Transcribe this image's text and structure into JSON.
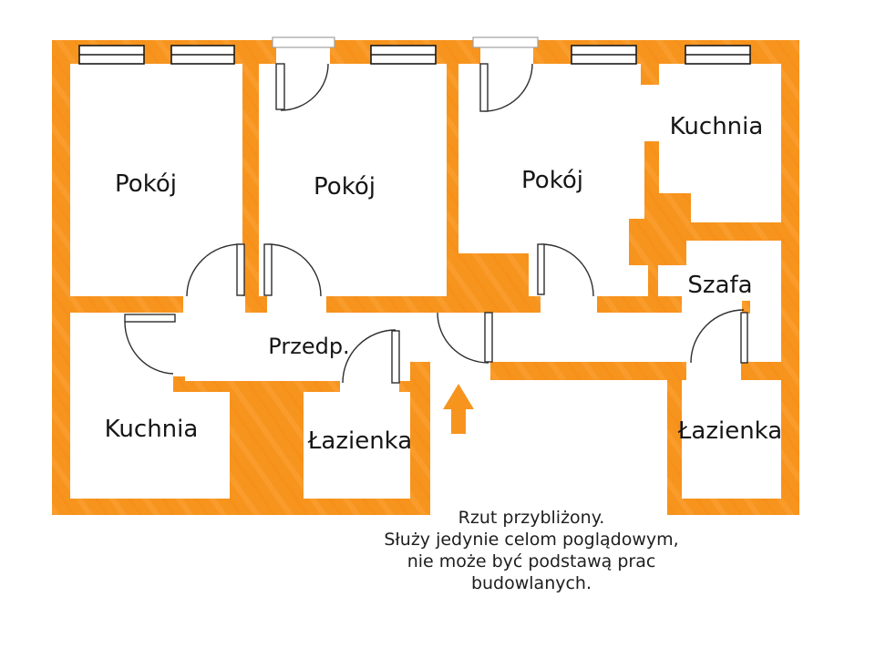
{
  "title": "Floor plan (rzut mieszkania)",
  "rooms": {
    "pokoj1": {
      "label": "Pokój"
    },
    "pokoj2": {
      "label": "Pokój"
    },
    "pokoj3": {
      "label": "Pokój"
    },
    "kuchnia_top": {
      "label": "Kuchnia"
    },
    "szafa": {
      "label": "Szafa"
    },
    "przedpokoj": {
      "label": "Przedp."
    },
    "kuchnia_bottom": {
      "label": "Kuchnia"
    },
    "lazienka_mid": {
      "label": "Łazienka"
    },
    "lazienka_right": {
      "label": "Łazienka"
    }
  },
  "caption": {
    "line1": "Rzut przybliżony.",
    "line2": "Służy jedynie celom poglądowym,",
    "line3": "nie może być podstawą prac budowlanych."
  },
  "icons": {
    "entrance_arrow": "up-arrow marking the flat entrance"
  },
  "colors": {
    "wall_orange": "#F7941E",
    "wall_streak": "#FAA73F",
    "door_line": "#2e2e2e",
    "window_line": "#1a1a1a",
    "balcony_outline": "#a0a0a0",
    "text": "#1e1e1e"
  }
}
